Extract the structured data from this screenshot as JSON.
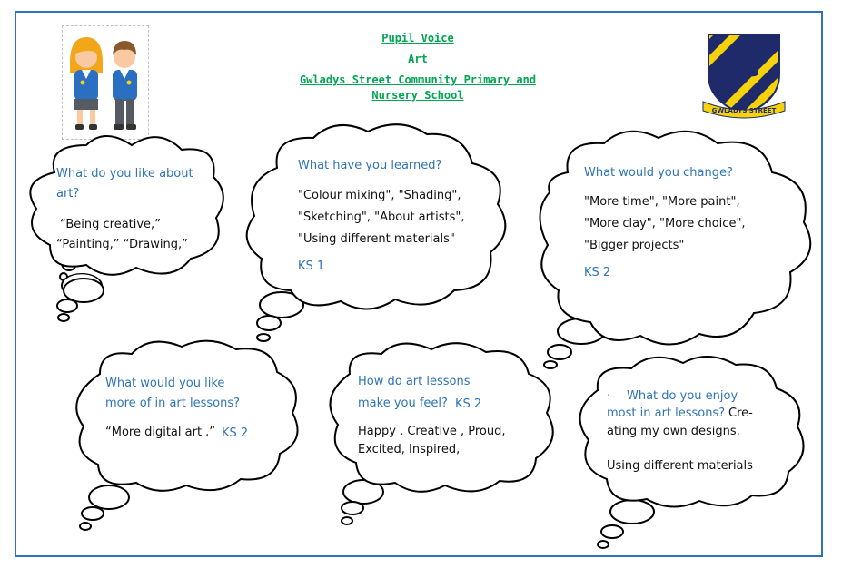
{
  "header": {
    "title": "Pupil Voice",
    "subject": "Art",
    "school_line1": "Gwladys Street Community Primary and",
    "school_line2": "Nursery School"
  },
  "crest": {
    "text": "GWLADYS STREET",
    "letter_g": "G",
    "letter_s": "S"
  },
  "bubbles": [
    {
      "question_l1": "What do you like about",
      "question_l2": "art?",
      "answer_l1": "“Being creative,”",
      "answer_l2": "“Painting,” “Drawing,”"
    },
    {
      "question_l1": "What have you learned?",
      "answer_l1": "\"Colour mixing\", \"Shading\",",
      "answer_l2": "\"Sketching\", \"About artists\",",
      "answer_l3": "\"Using different materials\"",
      "ks": "KS 1"
    },
    {
      "question_l1": "What would you change?",
      "answer_l1": "\"More time\", \"More paint\",",
      "answer_l2": "\"More clay\", \"More choice\",",
      "answer_l3": "\"Bigger projects\"",
      "ks": "KS 2"
    },
    {
      "question_l1": "What would you like",
      "question_l2": "more of in art lessons?",
      "answer_l1": "“More digital art .”",
      "ks": "KS 2"
    },
    {
      "question_l1": "How do art lessons",
      "question_l2": "make you feel?",
      "ks": "KS 2",
      "answer_l1": "Happy . Creative , Proud,",
      "answer_l2": "Excited, Inspired,"
    },
    {
      "bullet": "·",
      "question_l1": "What do you enjoy",
      "question_l2": "most in art lessons?",
      "answer_inline": "Cre-",
      "answer_l2": "ating my own designs.",
      "answer_l3": "Using different materials"
    }
  ],
  "colors": {
    "frame": "#2e75b6",
    "header_green": "#00a651",
    "question_blue": "#2e74b5",
    "crest_navy": "#1f2a6b",
    "crest_yellow": "#f5d20a"
  }
}
